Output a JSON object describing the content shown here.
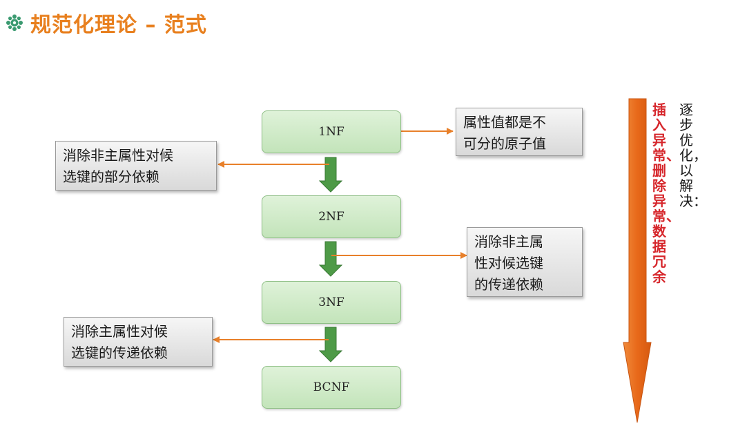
{
  "title": "规范化理论 – 范式",
  "colors": {
    "title": "#e8801f",
    "accent_orange": "#e8802a",
    "green_arrow": "#4e9a47",
    "red_text": "#d6262b",
    "black_text": "#1a1a1a"
  },
  "icons": {
    "title_icon": "gear-flower-icon"
  },
  "forms": [
    "1NF",
    "2NF",
    "3NF",
    "BCNF"
  ],
  "notes": {
    "first": [
      "属性值都是不",
      "可分的原子值"
    ],
    "second": [
      "消除非主属性对候",
      "选键的部分依赖"
    ],
    "third": [
      "消除非主属",
      "性对候选键",
      "的传递依赖"
    ],
    "fourth": [
      "消除主属性对候",
      "选键的传递依赖"
    ]
  },
  "side": {
    "black_column": "逐步优化，以解决：",
    "red_column": "插入异常、删除异常、数据冗余"
  }
}
